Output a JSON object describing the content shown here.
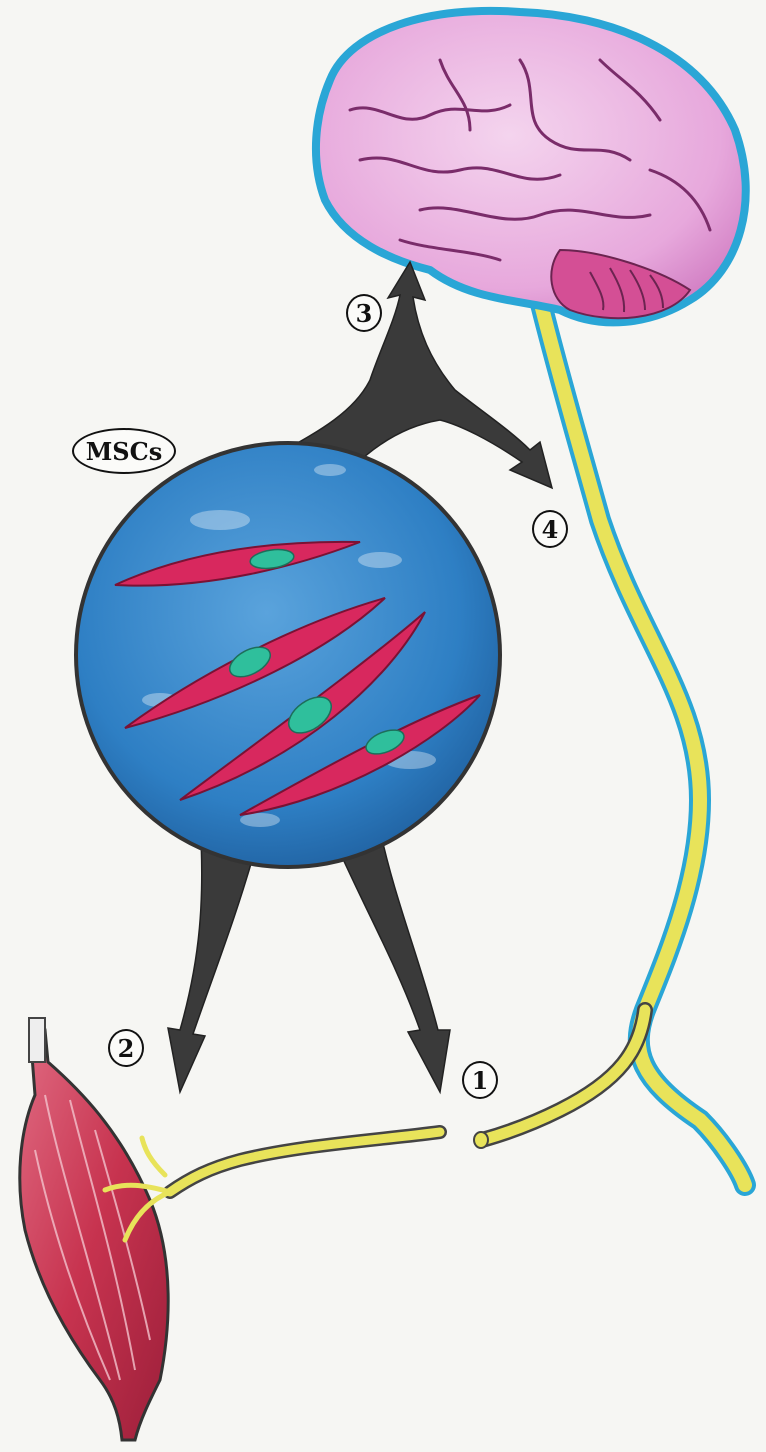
{
  "labels": {
    "cell_group": "MSCs",
    "step_1": "1",
    "step_2": "2",
    "step_3": "3",
    "step_4": "4"
  },
  "colors": {
    "paper": "#f6f6f3",
    "brain": "#e7a8dc",
    "brain_outline": "#2aa6d6",
    "nerve": "#e8e35a",
    "sphere": "#2e7fc4",
    "cell_body": "#d8285e",
    "cell_nucleus": "#2fbf9c",
    "arrows": "#3a3a3a",
    "muscle": "#c7334f"
  },
  "icons": [
    "brain-icon",
    "spinal-cord-icon",
    "muscle-icon",
    "nerve-fiber-icon",
    "msc-sphere-icon"
  ]
}
